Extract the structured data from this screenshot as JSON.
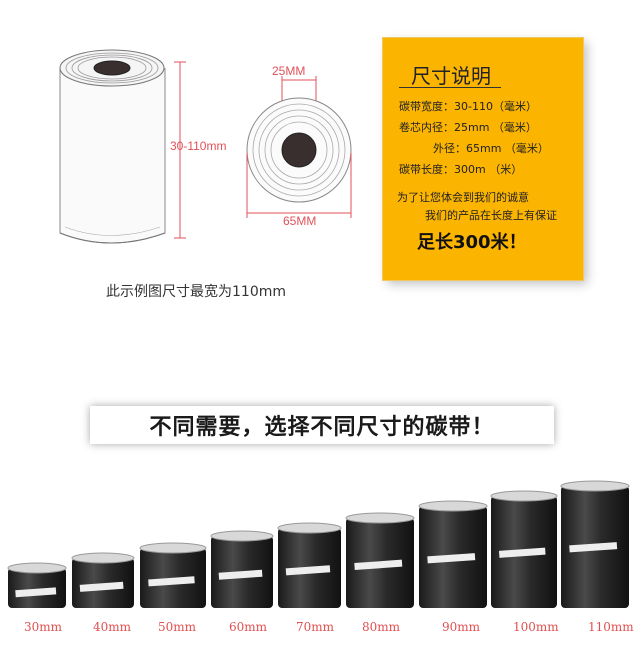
{
  "diagram": {
    "height_label": "30-110mm",
    "core_label": "25MM",
    "outer_label": "65MM",
    "caption": "此示例图尺寸最宽为110mm"
  },
  "spec": {
    "title": "尺寸说明",
    "lines": [
      "碳带宽度：30-110（毫米）",
      "卷芯内径：25mm （毫米）",
      "外径：65mm （毫米）",
      "碳带长度：300m （米）"
    ],
    "note_1": "为了让您体会到我们的诚意",
    "note_2": "我们的产品在长度上有保证",
    "emphasis": "足长300米！"
  },
  "banner": {
    "text": "不同需要，选择不同尺寸的碳带！"
  },
  "rolls": {
    "labels": [
      "30mm",
      "40mm",
      "50mm",
      "60mm",
      "70mm",
      "80mm",
      "90mm",
      "100mm",
      "110mm"
    ]
  },
  "colors": {
    "accent_red": "#e0525a",
    "panel_yellow": "#fbb400"
  }
}
